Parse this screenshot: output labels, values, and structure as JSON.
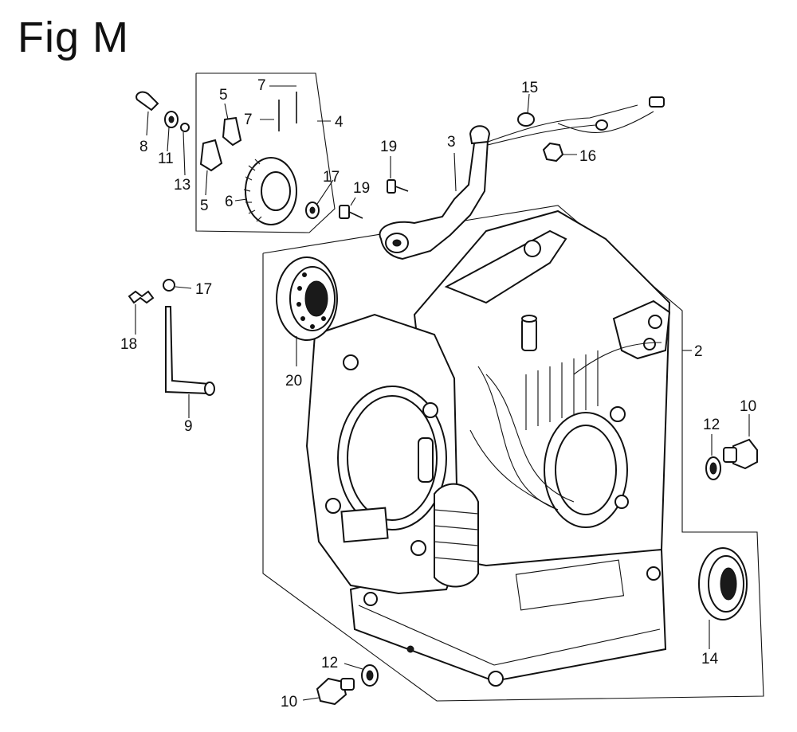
{
  "title": "Fig M",
  "callouts": {
    "c2": "2",
    "c3": "3",
    "c4": "4",
    "c5a": "5",
    "c5b": "5",
    "c6": "6",
    "c7a": "7",
    "c7b": "7",
    "c8": "8",
    "c9": "9",
    "c10a": "10",
    "c10b": "10",
    "c11": "11",
    "c12a": "12",
    "c12b": "12",
    "c13": "13",
    "c14": "14",
    "c15": "15",
    "c16": "16",
    "c17a": "17",
    "c17b": "17",
    "c18": "18",
    "c19a": "19",
    "c19b": "19",
    "c20": "20"
  }
}
